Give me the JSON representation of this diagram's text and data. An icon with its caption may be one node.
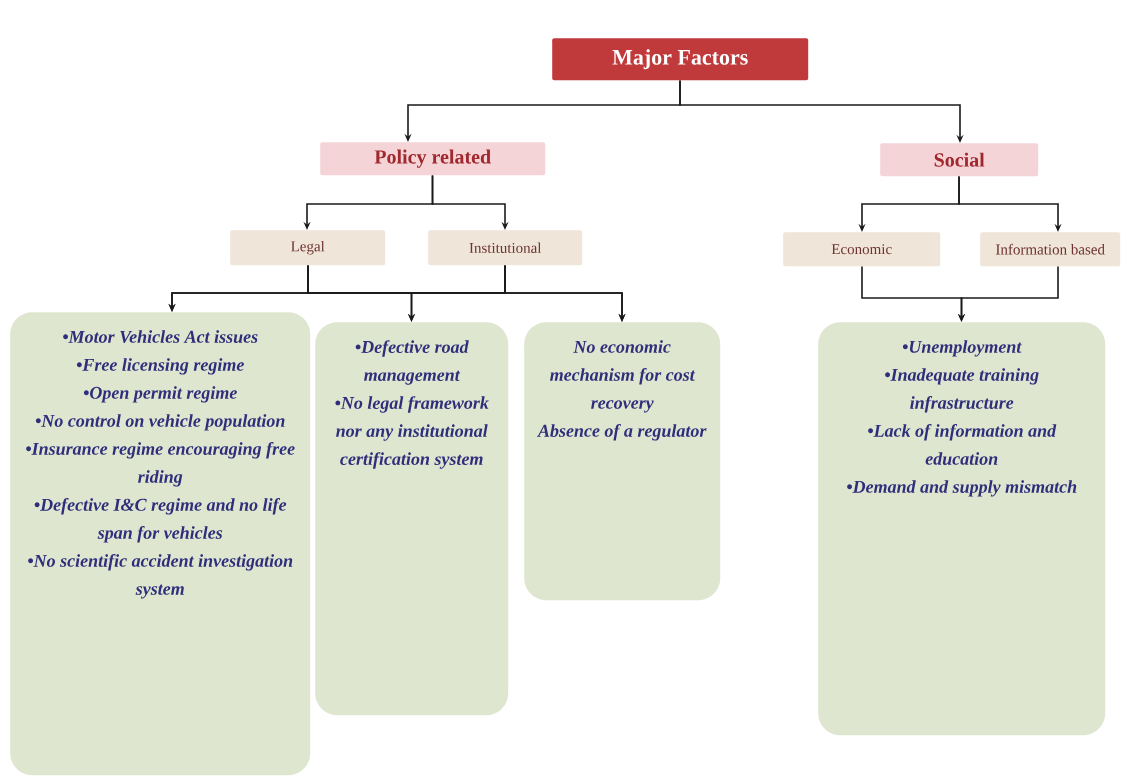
{
  "diagram": {
    "nodes": [
      {
        "text": [
          "Major Factors"
        ]
      },
      {
        "text": [
          "Policy related"
        ]
      },
      {
        "text": [
          "Social"
        ]
      },
      {
        "text": [
          "Legal"
        ]
      },
      {
        "text": [
          "Institutional"
        ]
      },
      {
        "text": [
          "Economic"
        ]
      },
      {
        "text": [
          "Information based"
        ]
      },
      {
        "text": [
          "•Motor Vehicles Act issues",
          "•Free licensing regime",
          "•Open permit regime",
          "•No control on vehicle population",
          "•Insurance regime encouraging free riding",
          "•Defective I&C regime and no life span for vehicles",
          "•No scientific accident investigation system"
        ]
      },
      {
        "text": [
          "•Defective road management",
          "•No legal framework nor any institutional certification system"
        ]
      },
      {
        "text": [
          "No economic mechanism for cost recovery",
          "Absence of a regulator"
        ]
      },
      {
        "text": [
          "•Unemployment",
          "•Inadequate training infrastructure",
          "•Lack of information and education",
          "•Demand and supply mismatch"
        ]
      }
    ],
    "edges": [
      {
        "from": 0,
        "to": 1,
        "arrow": "to"
      },
      {
        "from": 0,
        "to": 2,
        "arrow": "to"
      },
      {
        "from": 1,
        "to": 3,
        "arrow": "to"
      },
      {
        "from": 1,
        "to": 4,
        "arrow": "to"
      },
      {
        "from": 3,
        "to": 7,
        "arrow": "to"
      },
      {
        "from": 3,
        "to": 8,
        "arrow": "to"
      },
      {
        "from": 3,
        "to": 9,
        "arrow": "to"
      },
      {
        "from": 4,
        "to": 7,
        "arrow": "to"
      },
      {
        "from": 4,
        "to": 8,
        "arrow": "to"
      },
      {
        "from": 4,
        "to": 9,
        "arrow": "to"
      },
      {
        "from": 2,
        "to": 5,
        "arrow": "to"
      },
      {
        "from": 2,
        "to": 6,
        "arrow": "to"
      },
      {
        "from": 5,
        "to": 10,
        "arrow": "to"
      },
      {
        "from": 6,
        "to": 10,
        "arrow": "to"
      }
    ]
  }
}
